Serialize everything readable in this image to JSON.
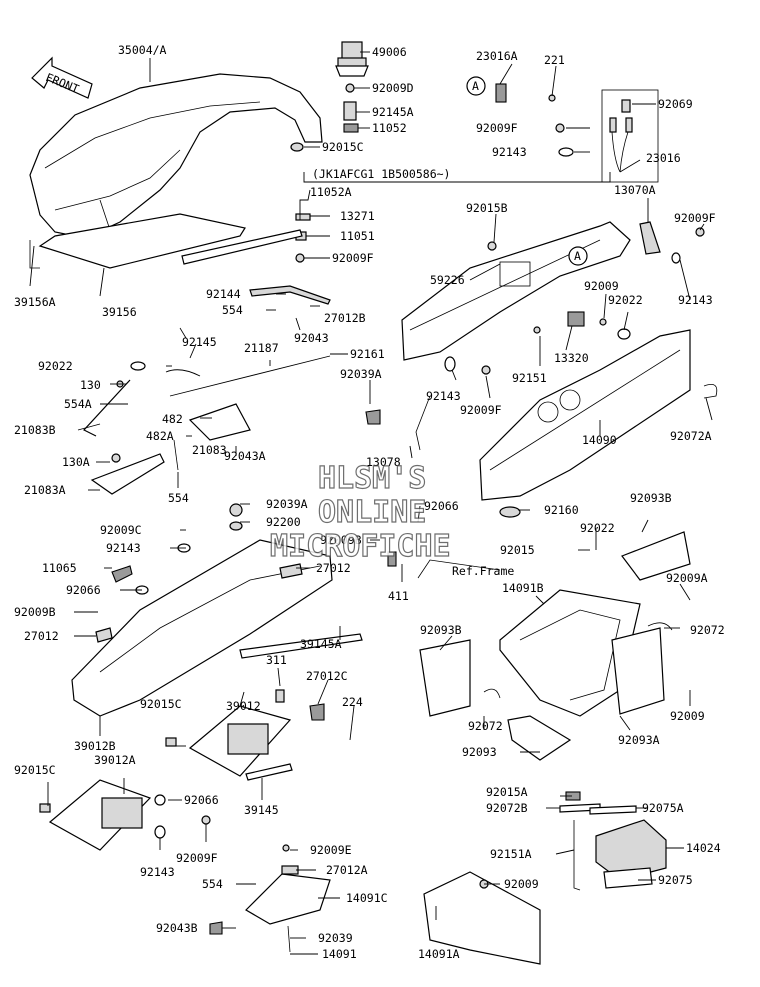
{
  "watermark": [
    "HLSM'S",
    "ONLINE",
    "MICROFICHE"
  ],
  "front_arrow": "FRONT",
  "ref_frame": "Ref.Frame",
  "serial_note": "(JK1AFCG1 1B500586~)",
  "marker": "A",
  "parts": [
    "35004/A",
    "49006",
    "92009D",
    "92145A",
    "11052",
    "92015C",
    "11052A",
    "13271",
    "11051",
    "92009F",
    "39156A",
    "39156",
    "23016A",
    "221",
    "92009F",
    "92143",
    "92069",
    "23016",
    "13070A",
    "92009F",
    "92143",
    "92015B",
    "59226",
    "92009",
    "92022",
    "13320",
    "92151",
    "92143",
    "92009F",
    "14090",
    "92072A",
    "92144",
    "554",
    "27012B",
    "92043",
    "92022",
    "92145",
    "130",
    "554A",
    "21083B",
    "21187",
    "92161",
    "92039A",
    "482",
    "482A",
    "21083",
    "92043A",
    "130A",
    "21083A",
    "554",
    "13078",
    "92039A",
    "92200",
    "92066",
    "92160",
    "92009C",
    "92143",
    "11065",
    "92009B",
    "92066",
    "92009B",
    "27012",
    "27012",
    "39145A",
    "92015",
    "92022",
    "92093B",
    "411",
    "14091B",
    "92009A",
    "92072",
    "92093B",
    "311",
    "27012C",
    "224",
    "92015C",
    "39012",
    "39012B",
    "92015C",
    "39012A",
    "92066",
    "39145",
    "92143",
    "92009F",
    "92072",
    "92093",
    "92009",
    "92093A",
    "92015A",
    "92072B",
    "92075A",
    "92151A",
    "14024",
    "92075",
    "92009E",
    "27012A",
    "554",
    "14091C",
    "92009",
    "92043B",
    "92039",
    "14091",
    "14091A"
  ]
}
